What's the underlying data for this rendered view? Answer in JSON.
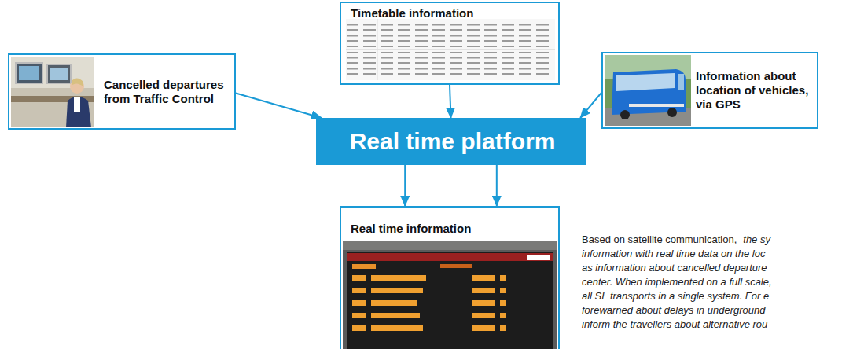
{
  "diagram": {
    "nodes": [
      {
        "text": [
          "Timetable information"
        ]
      },
      {
        "text": [
          "Cancelled departures from Traffic Control"
        ]
      },
      {
        "text": [
          "Information about location of vehicles, via GPS"
        ]
      },
      {
        "text": [
          "Real time platform"
        ]
      },
      {
        "text": [
          "Real time information"
        ]
      }
    ],
    "edges": [
      {
        "from": 0,
        "to": 3,
        "arrow": "to"
      },
      {
        "from": 1,
        "to": 3,
        "arrow": "to"
      },
      {
        "from": 2,
        "to": 3,
        "arrow": "to"
      },
      {
        "from": 3,
        "to": 4,
        "arrow": "to"
      },
      {
        "from": 3,
        "to": 4,
        "arrow": "to"
      }
    ],
    "labels": [
      "Based on satellite communication,",
      "the sy",
      "information with real time data on the loc",
      "as information about cancelled departure",
      "center. When implemented on a full scale,",
      "all SL transports in a single system. For e",
      "forewarned about delays in underground",
      "inform the travellers about alternative rou"
    ]
  }
}
